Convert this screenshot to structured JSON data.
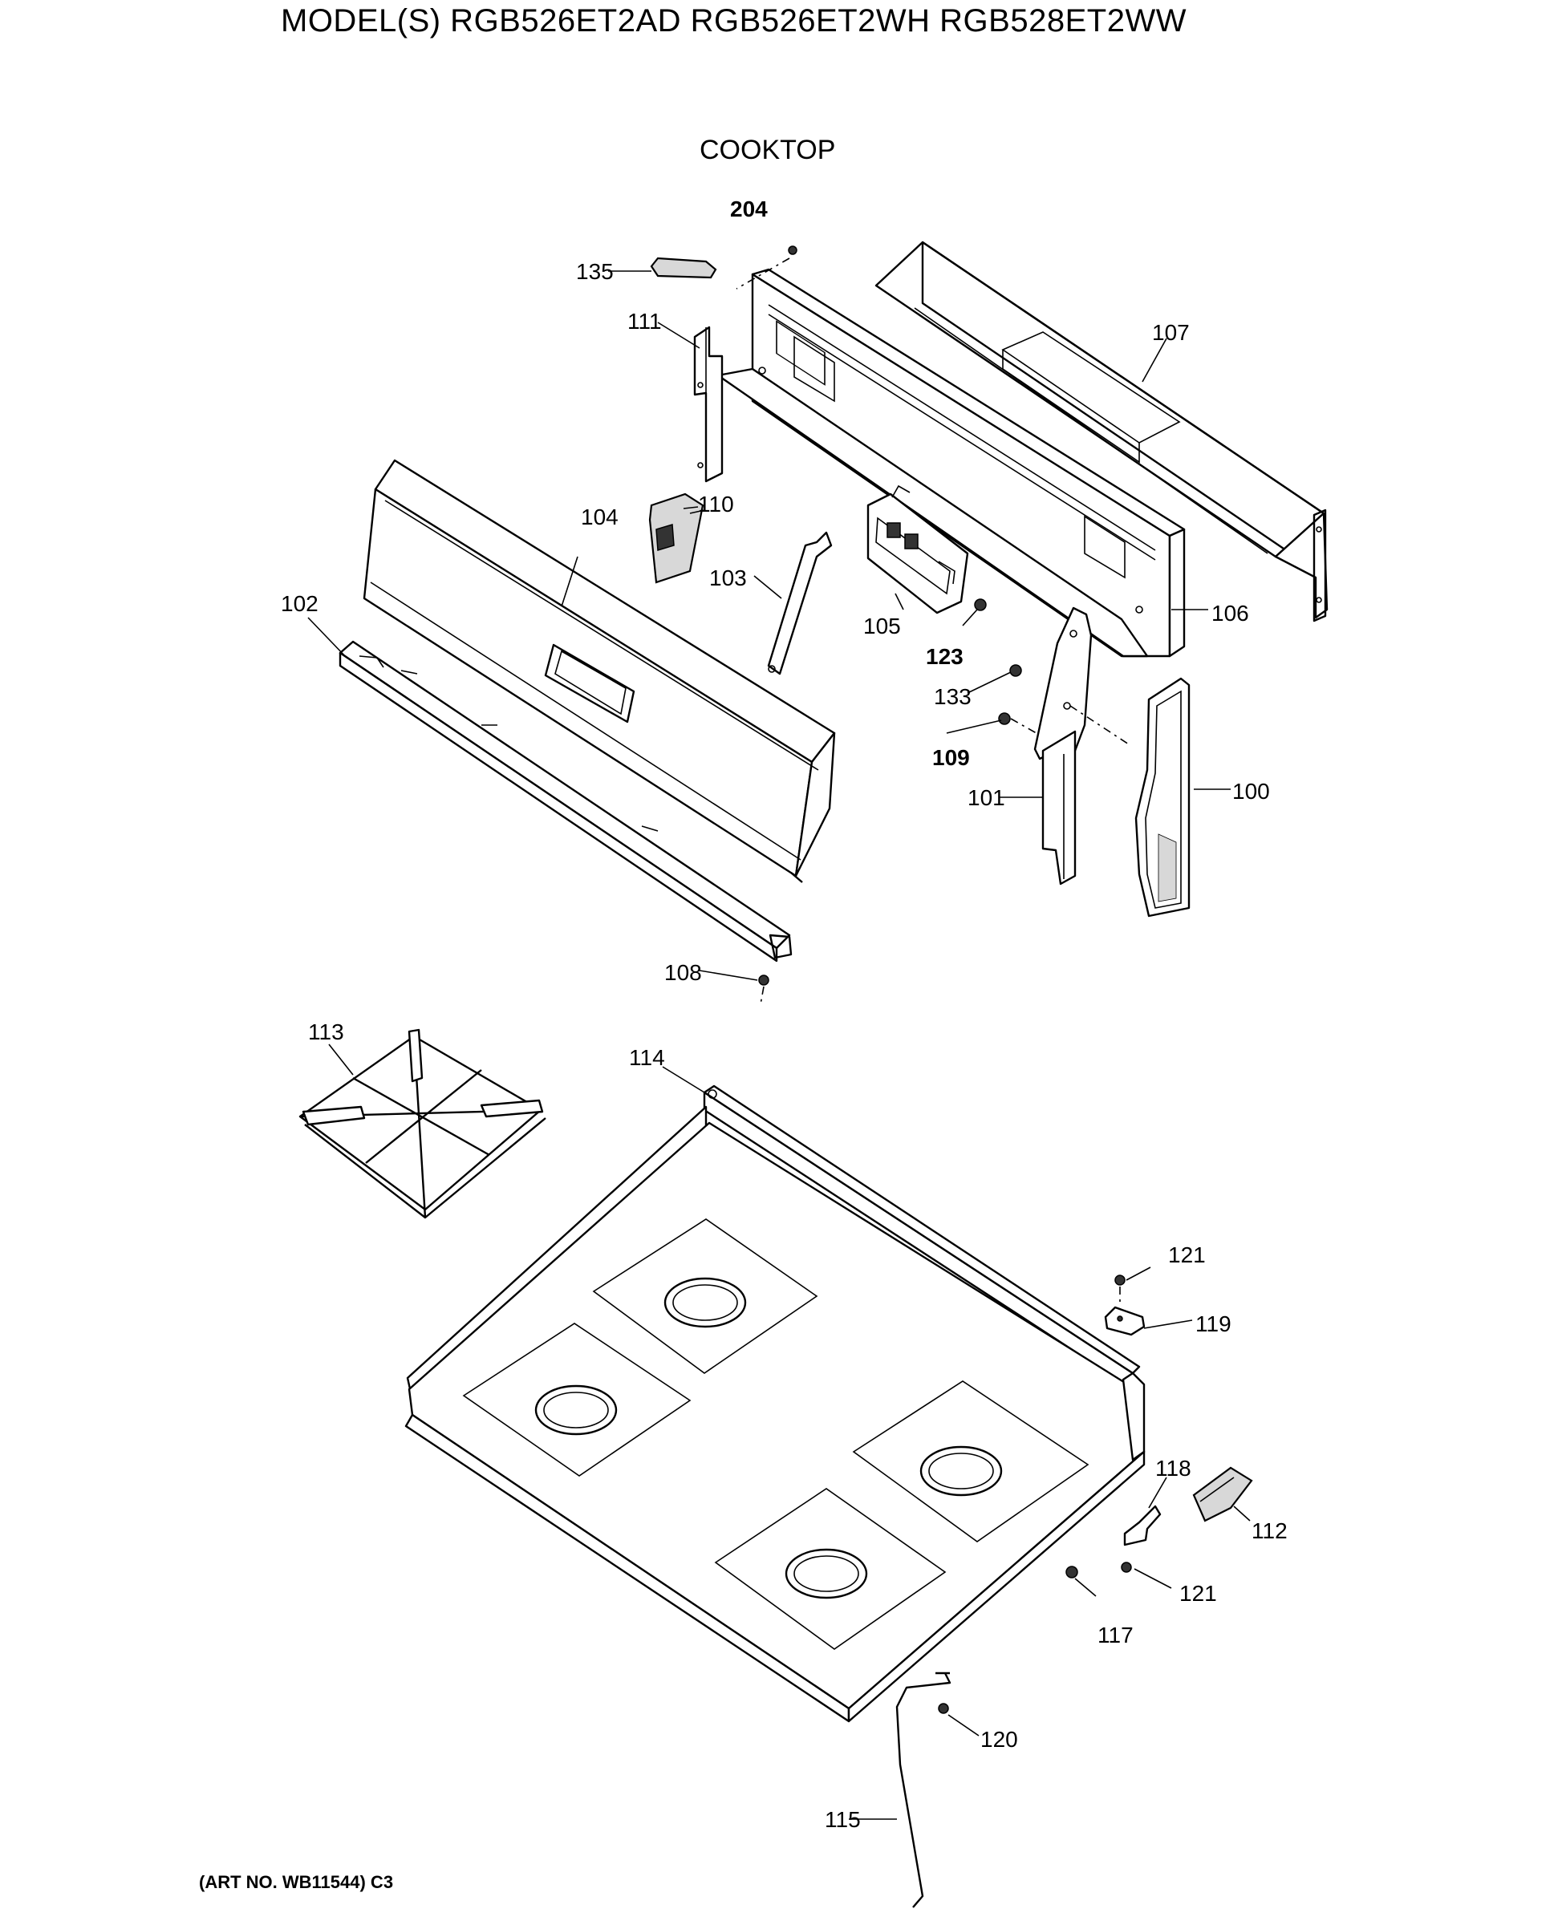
{
  "header": {
    "title": "MODEL(S) RGB526ET2AD  RGB526ET2WH  RGB528ET2WW",
    "section": "COOKTOP"
  },
  "footer": {
    "art_number": "(ART NO. WB11544) C3"
  },
  "callouts": {
    "p100": "100",
    "p101": "101",
    "p102": "102",
    "p103": "103",
    "p104": "104",
    "p105": "105",
    "p106": "106",
    "p107": "107",
    "p108": "108",
    "p109": "109",
    "p110": "110",
    "p111": "111",
    "p112": "112",
    "p113": "113",
    "p114": "114",
    "p115": "115",
    "p117": "117",
    "p118": "118",
    "p119": "119",
    "p120": "120",
    "p121a": "121",
    "p121b": "121",
    "p123": "123",
    "p133": "133",
    "p135": "135",
    "p204": "204"
  }
}
